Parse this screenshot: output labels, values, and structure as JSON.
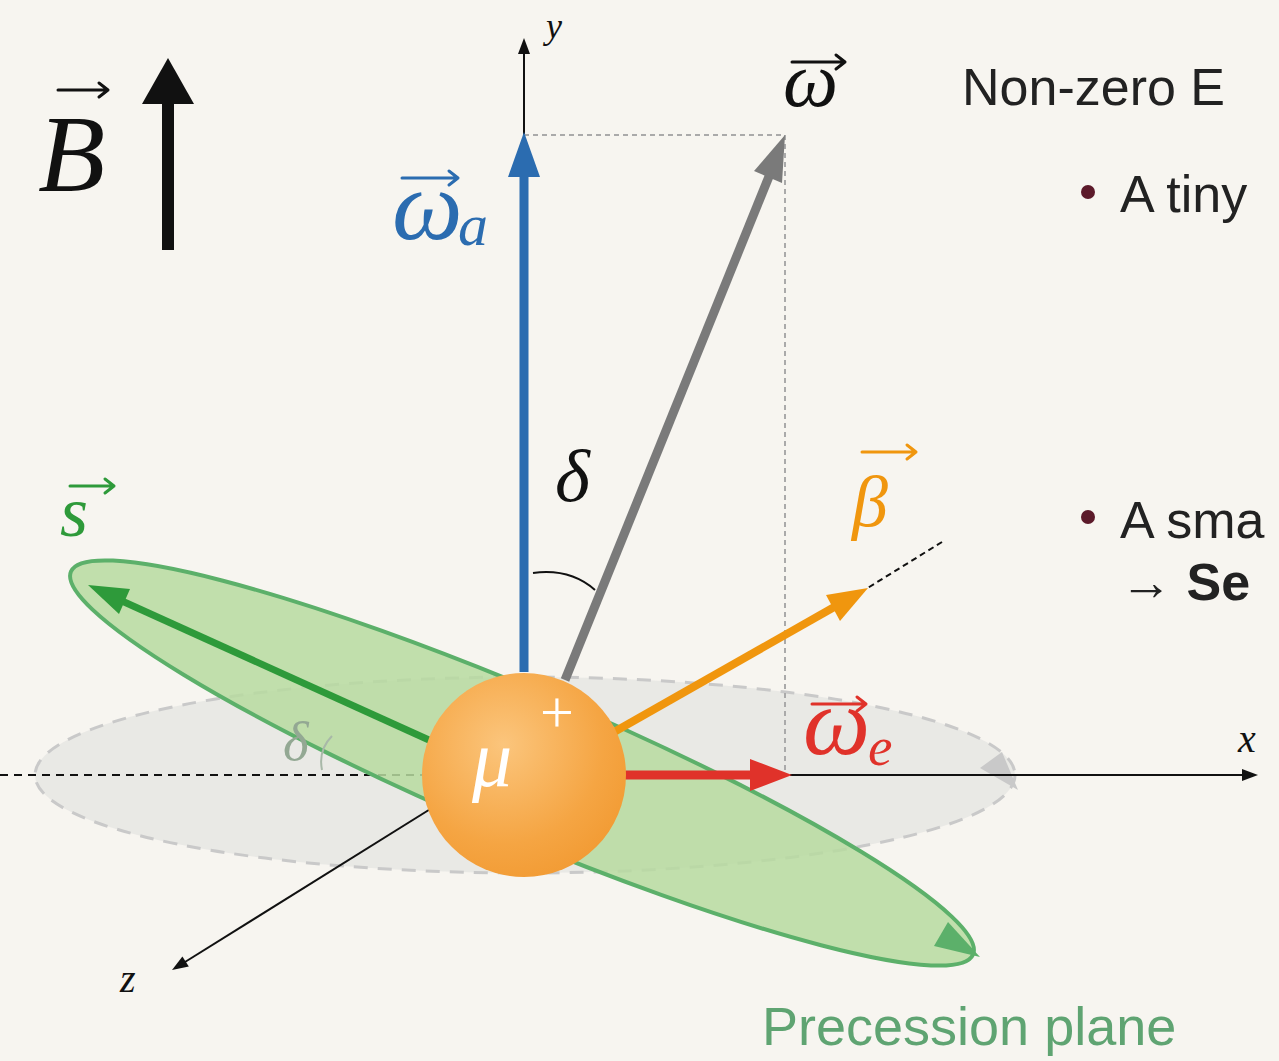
{
  "diagram": {
    "nodes": [
      {
        "text": [
          "μ",
          "+"
        ]
      }
    ],
    "labels": [
      "B",
      "y",
      "ω",
      "a",
      "ω",
      "δ",
      "β",
      "s",
      "δ",
      "ω",
      "e",
      "x",
      "z",
      "Non-zero E",
      "A tiny",
      "A sma",
      "→ Se",
      "Precession plane"
    ]
  }
}
